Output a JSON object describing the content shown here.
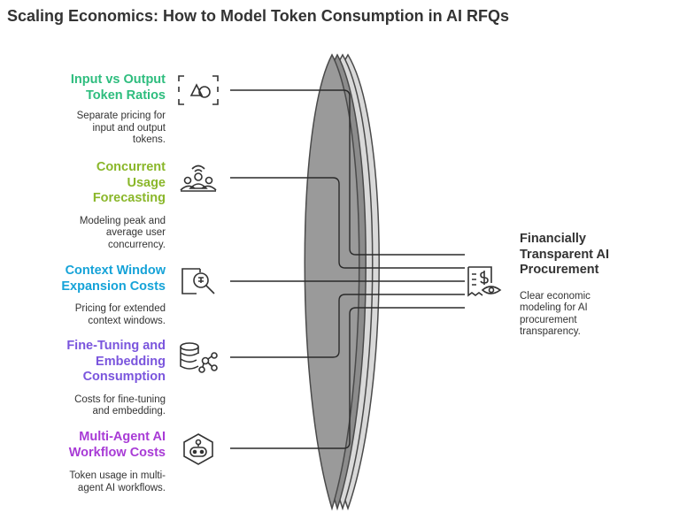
{
  "title": "Scaling Economics: How to Model Token Consumption in AI RFQs",
  "items": [
    {
      "title_lines": [
        "Input vs Output",
        "Token Ratios"
      ],
      "desc_lines": [
        "Separate pricing for",
        "input and output",
        "tokens."
      ],
      "color": "#2ebd7e",
      "icon": "shapes-icon"
    },
    {
      "title_lines": [
        "Concurrent",
        "Usage",
        "Forecasting"
      ],
      "desc_lines": [
        "Modeling peak and",
        "average user",
        "concurrency."
      ],
      "color": "#8ab72a",
      "icon": "users-signal-icon"
    },
    {
      "title_lines": [
        "Context Window",
        "Expansion Costs"
      ],
      "desc_lines": [
        "Pricing for extended",
        "context windows."
      ],
      "color": "#16a3d8",
      "icon": "document-search-icon"
    },
    {
      "title_lines": [
        "Fine-Tuning and",
        "Embedding",
        "Consumption"
      ],
      "desc_lines": [
        "Costs for fine-tuning",
        "and embedding."
      ],
      "color": "#7a55dd",
      "icon": "database-network-icon"
    },
    {
      "title_lines": [
        "Multi-Agent AI",
        "Workflow Costs"
      ],
      "desc_lines": [
        "Token usage in multi-",
        "agent AI workflows."
      ],
      "color": "#a83bd6",
      "icon": "robot-icon"
    }
  ],
  "outcome": {
    "title_lines": [
      "Financially",
      "Transparent AI",
      "Procurement"
    ],
    "desc_lines": [
      "Clear economic",
      "modeling for AI",
      "procurement",
      "transparency."
    ],
    "icon": "invoice-dollar-icon"
  }
}
